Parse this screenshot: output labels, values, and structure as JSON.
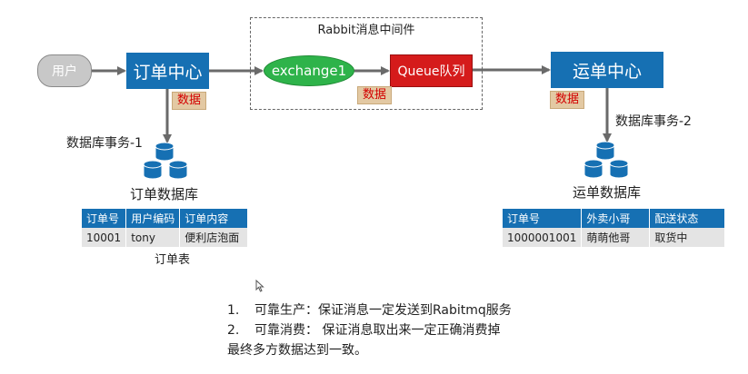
{
  "middleware": {
    "title": "Rabbit消息中间件",
    "exchange": "exchange1",
    "queue": "Queue队列",
    "data_tag": "数据"
  },
  "user": {
    "label": "用户"
  },
  "order_center": {
    "label": "订单中心",
    "data_tag": "数据",
    "transaction": "数据库事务-1",
    "db_label": "订单数据库",
    "table": {
      "headers": [
        "订单号",
        "用户编码",
        "订单内容"
      ],
      "rows": [
        [
          "10001",
          "tony",
          "便利店泡面"
        ]
      ],
      "caption": "订单表"
    }
  },
  "ship_center": {
    "label": "运单中心",
    "data_tag": "数据",
    "transaction": "数据库事务-2",
    "db_label": "运单数据库",
    "table": {
      "headers": [
        "订单号",
        "外卖小哥",
        "配送状态"
      ],
      "rows": [
        [
          "1000001001",
          "萌萌他哥",
          "取货中"
        ]
      ]
    }
  },
  "notes": [
    {
      "num": "1.",
      "text": "可靠生产：保证消息一定发送到Rabitmq服务"
    },
    {
      "num": "2.",
      "text": "可靠消费： 保证消息取出来一定正确消费掉"
    }
  ],
  "conclusion": "最终多方数据达到一致。",
  "colors": {
    "blue": "#1670b3",
    "green": "#2eb34a",
    "red": "#d51b1b",
    "tag_bg": "#e3c9a3",
    "tag_text": "#d30000",
    "arrow": "#666666"
  },
  "icons": {
    "database": "database-stack-icon",
    "cursor": "mouse-pointer-icon"
  }
}
